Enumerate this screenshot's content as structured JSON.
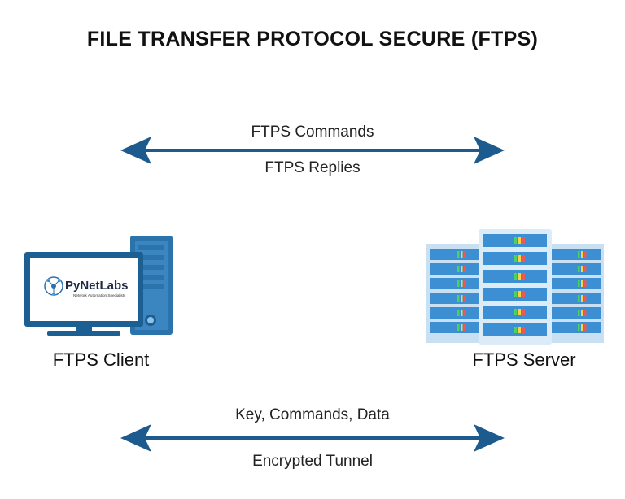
{
  "title": "FILE TRANSFER PROTOCOL SECURE (FTPS)",
  "top_link": {
    "label_above": "FTPS Commands",
    "label_below": "FTPS Replies"
  },
  "bottom_link": {
    "label_above": "Key, Commands, Data",
    "label_below": "Encrypted Tunnel"
  },
  "client": {
    "label": "FTPS Client",
    "brand": "PyNetLabs",
    "tagline": "Network Automation Specialists"
  },
  "server": {
    "label": "FTPS Server"
  },
  "colors": {
    "arrow": "#1d5a8e",
    "monitor_frame": "#1c5f93",
    "screen": "#ffffff",
    "tower": "#2a74ab",
    "server_blue": "#3d8fd4",
    "server_frame": "#c9dff2",
    "led_green": "#4fd15f",
    "led_yellow": "#f3d54a",
    "led_red": "#ec5959"
  }
}
